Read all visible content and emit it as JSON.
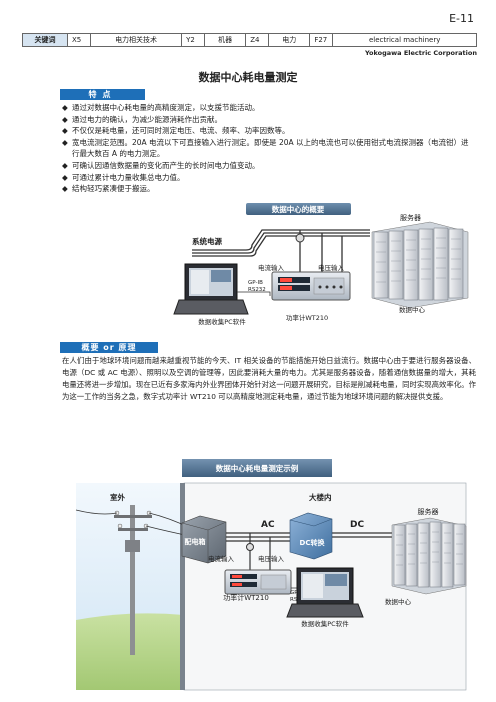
{
  "page_number": "E-11",
  "keywords": {
    "head": "关键词",
    "items": [
      {
        "code": "X5",
        "label": "电力相关技术"
      },
      {
        "code": "Y2",
        "label": "机器"
      },
      {
        "code": "Z4",
        "label": "电力"
      },
      {
        "code": "F27",
        "label": "electrical machinery"
      }
    ]
  },
  "corporation": "Yokogawa Electric Corporation",
  "title": "数据中心耗电量测定",
  "features": {
    "tab_label": "特点",
    "bullet_glyph": "◆",
    "items": [
      "通过对数据中心耗电量的高精度测定，以支援节能活动。",
      "通过电力的确认，为减少能源消耗作出贡献。",
      "不仅仅是耗电量，还可同时测定电压、电流、频率、功率因数等。",
      "宽电流测定范围。20A 电流以下可直接输入进行测定。即使是 20A 以上的电流也可以使用钳式电流探测器（电流钳）进行最大数百 A 的电力测定。",
      "可确认因通信数据量的变化而产生的长时间电力值变动。",
      "可通过累计电力量收集总电力值。",
      "结构轻巧紧凑便于搬运。"
    ]
  },
  "diagram1": {
    "title": "数据中心的概要",
    "system_power": "系统电源",
    "servers": "服务器",
    "current_input": "电流输入",
    "voltage_input": "电压输入",
    "gpib": "GP-IB",
    "rs232": "RS232",
    "pc_label": "数据收集PC软件",
    "meter_label": "功率计WT210",
    "dc_label": "数据中心"
  },
  "overview": {
    "tab_label": "概要 or 原理",
    "paragraph": "在人们由于地球环境问题而越来越重视节能的今天、IT 相关设备的节能措施开始日益流行。数据中心由于要进行服务器设备、电源（DC 或 AC 电源）、照明以及空调的管理等，因此要消耗大量的电力。尤其是服务器设备，随着通信数据量的增大，其耗电量还将进一步增加。现在已近有多家海内外业界团体开始针对这一问题开展研究，目标是削减耗电量，同时实现高效率化。作为这一工作的当务之急，数字式功率计 WT210 可以高精度地测定耗电量，通过节能为地球环境问题的解决提供支援。"
  },
  "diagram2": {
    "title": "数据中心耗电量测定示例",
    "outdoor": "室外",
    "indoor": "大楼内",
    "distribution": "配电箱",
    "ac": "AC",
    "dc": "DC",
    "dc_converter": "DC转换",
    "servers": "服务器",
    "current_input": "电流输入",
    "voltage_input": "电压输入",
    "meter_label": "功率计WT210",
    "gpib": "GP-IB",
    "rs232": "RS232",
    "pc_label": "数据收集PC软件",
    "dc_label": "数据中心"
  },
  "colors": {
    "tab_blue": "#1e6fb8",
    "diagram_blue": "#2f7ec1",
    "sky": "#d8e9f6",
    "ground": "#b7d58a"
  }
}
